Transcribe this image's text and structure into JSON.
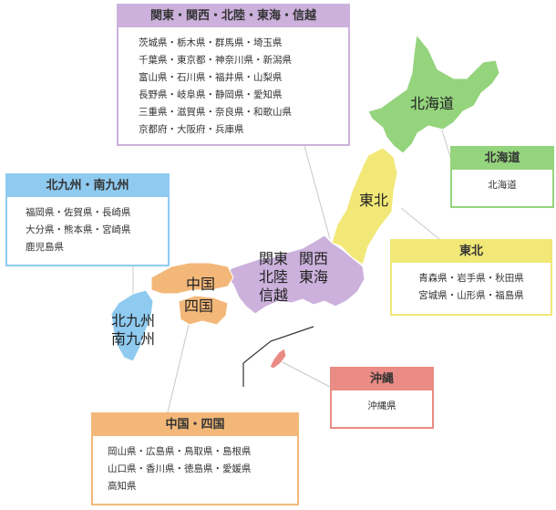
{
  "colors": {
    "kanto": "#cbb1dc",
    "kyushu": "#8fcaf0",
    "hokkaido": "#94d47d",
    "tohoku": "#f1e877",
    "chugoku": "#f3b879",
    "okinawa": "#ea8b85",
    "leader": "#333333"
  },
  "map_labels": {
    "hokkaido": "北海道",
    "tohoku": "東北",
    "kanto_line1": "関東",
    "kanto_line2": "北陸",
    "kanto_line3": "信越",
    "kansai_line1": "関西",
    "kansai_line2": "東海",
    "chugoku": "中国",
    "shikoku": "四国",
    "kyushu_line1": "北九州",
    "kyushu_line2": "南九州"
  },
  "boxes": {
    "kanto": {
      "title": "関東・関西・北陸・東海・信越",
      "lines": [
        "茨城県・栃木県・群馬県・埼玉県",
        "千葉県・東京都・神奈川県・新潟県",
        "富山県・石川県・福井県・山梨県",
        "長野県・岐阜県・静岡県・愛知県",
        "三重県・滋賀県・奈良県・和歌山県",
        "京都府・大阪府・兵庫県"
      ]
    },
    "kyushu": {
      "title": "北九州・南九州",
      "lines": [
        "福岡県・佐賀県・長崎県",
        "大分県・熊本県・宮崎県",
        "鹿児島県"
      ]
    },
    "hokkaido": {
      "title": "北海道",
      "lines": [
        "北海道"
      ]
    },
    "tohoku": {
      "title": "東北",
      "lines": [
        "青森県・岩手県・秋田県",
        "宮城県・山形県・福島県"
      ]
    },
    "okinawa": {
      "title": "沖縄",
      "lines": [
        "沖縄県"
      ]
    },
    "chugoku": {
      "title": "中国・四国",
      "lines": [
        "岡山県・広島県・鳥取県・島根県",
        "山口県・香川県・徳島県・愛媛県",
        "高知県"
      ]
    }
  }
}
